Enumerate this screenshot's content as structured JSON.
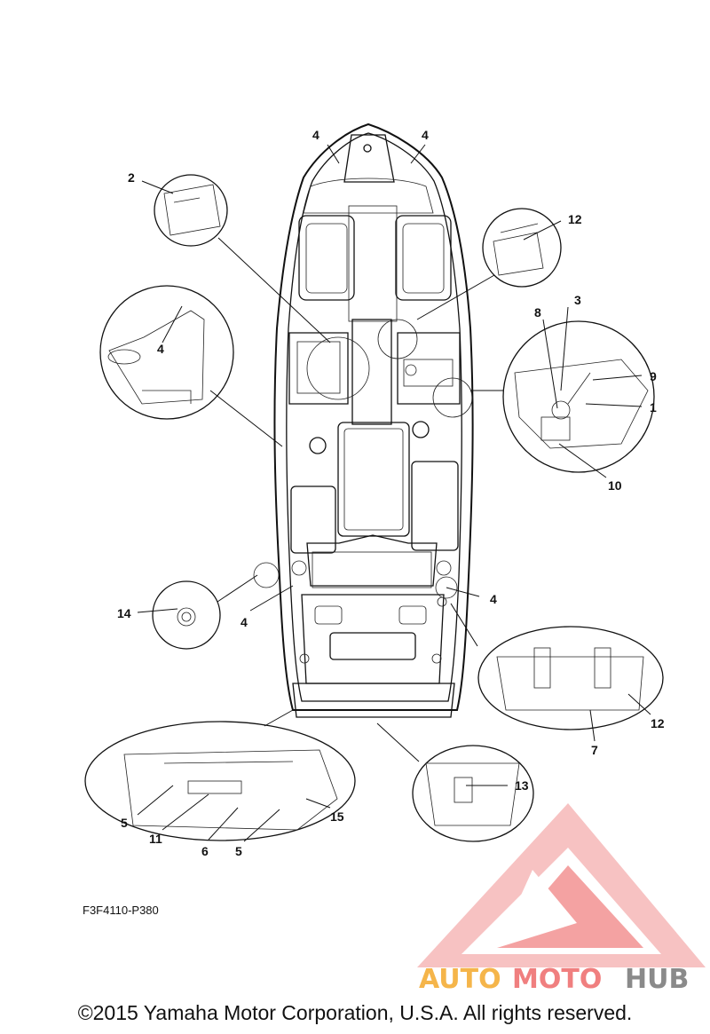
{
  "callouts": {
    "c1": "1",
    "c2": "2",
    "c3": "3",
    "c4a": "4",
    "c4b": "4",
    "c4c": "4",
    "c4d": "4",
    "c4e": "4",
    "c5a": "5",
    "c5b": "5",
    "c6": "6",
    "c7": "7",
    "c8": "8",
    "c9": "9",
    "c10": "10",
    "c11": "11",
    "c12a": "12",
    "c12b": "12",
    "c13": "13",
    "c14": "14",
    "c15": "15"
  },
  "figure_code": "F3F4110-P380",
  "watermark": {
    "part1": "AUTO",
    "part2": "MOTO",
    "part3": "HUB",
    "color_light": "#f4a4a4",
    "color_mid": "#f07070",
    "color_orange": "#f5a623",
    "color_gray": "#8a8a8a"
  },
  "copyright": "©2015 Yamaha Motor Corporation, U.S.A. All rights reserved."
}
